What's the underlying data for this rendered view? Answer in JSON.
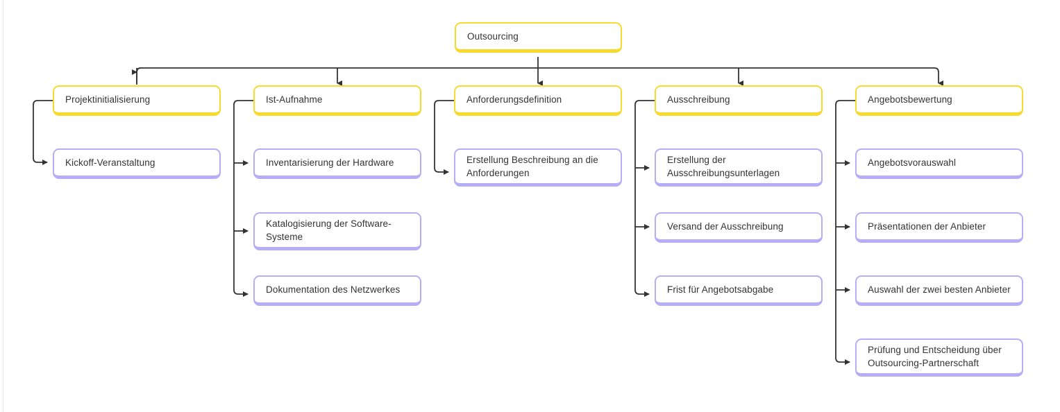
{
  "diagram": {
    "type": "tree",
    "title": "Outsourcing",
    "root": {
      "label": "Outsourcing",
      "color": "#f8d92e"
    },
    "level1_color": "#f8d92e",
    "level2_color": "#b5aef7",
    "connector_color": "#333333",
    "branches": [
      {
        "label": "Projektinitialisierung",
        "children": [
          {
            "label": "Kickoff-Veranstaltung"
          }
        ]
      },
      {
        "label": "Ist-Aufnahme",
        "children": [
          {
            "label": "Inventarisierung der Hardware"
          },
          {
            "label": "Katalogisierung der Software-\nSysteme"
          },
          {
            "label": "Dokumentation des Netzwerkes"
          }
        ]
      },
      {
        "label": "Anforderungsdefinition",
        "children": [
          {
            "label": "Erstellung Beschreibung an die\nAnforderungen"
          }
        ]
      },
      {
        "label": "Ausschreibung",
        "children": [
          {
            "label": "Erstellung der\nAusschreibungsunterlagen"
          },
          {
            "label": "Versand der Ausschreibung"
          },
          {
            "label": "Frist für Angebotsabgabe"
          }
        ]
      },
      {
        "label": "Angebotsbewertung",
        "children": [
          {
            "label": "Angebotsvorauswahl"
          },
          {
            "label": "Präsentationen der Anbieter"
          },
          {
            "label": "Auswahl der zwei besten Anbieter"
          },
          {
            "label": "Prüfung und Entscheidung über\nOutsourcing-Partnerschaft"
          }
        ]
      }
    ]
  }
}
